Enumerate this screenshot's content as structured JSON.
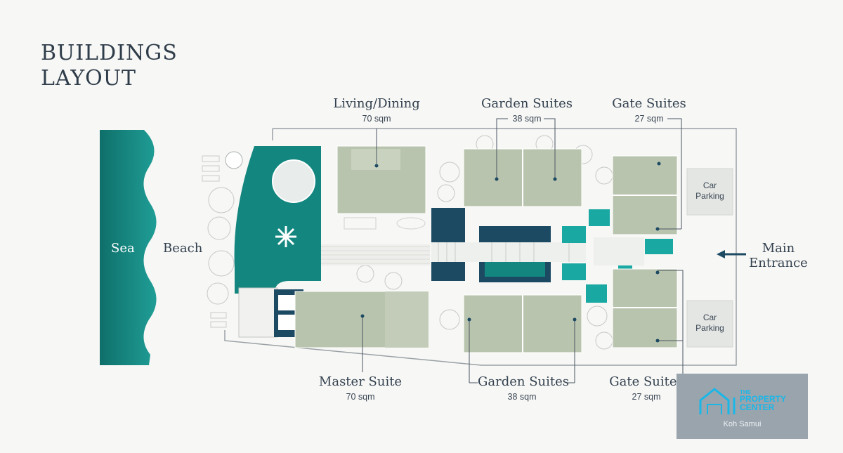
{
  "title": {
    "line1": "BUILDINGS",
    "line2": "LAYOUT"
  },
  "labels": {
    "sea": "Sea",
    "beach": "Beach",
    "main_entrance_1": "Main",
    "main_entrance_2": "Entrance",
    "living_dining": "Living/Dining",
    "living_dining_size": "70 sqm",
    "garden_suites_top": "Garden Suites",
    "garden_suites_top_size": "38 sqm",
    "gate_suites_top": "Gate Suites",
    "gate_suites_top_size": "27 sqm",
    "master_suite": "Master Suite",
    "master_suite_size": "70 sqm",
    "garden_suites_bottom": "Garden Suites",
    "garden_suites_bottom_size": "38 sqm",
    "gate_suites_bottom": "Gate Suites",
    "gate_suites_bottom_size": "27 sqm",
    "car_parking_1a": "Car",
    "car_parking_1b": "Parking",
    "car_parking_2a": "Car",
    "car_parking_2b": "Parking"
  },
  "logo": {
    "the": "THE",
    "line1": "PROPERTY",
    "line2": "CENTER",
    "location": "Koh Samui"
  },
  "colors": {
    "teal": "#13877f",
    "dark_navy": "#1d4a63",
    "bright_teal": "#1aa8a3",
    "sage": "#b9c4ae",
    "logo_blue": "#19b7e8"
  }
}
